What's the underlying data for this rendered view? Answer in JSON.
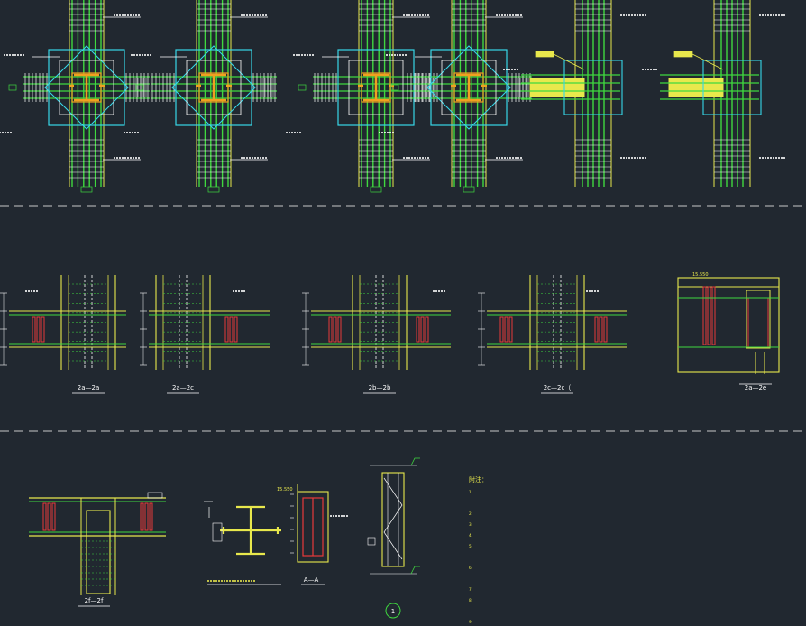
{
  "colors": {
    "background": "#212830",
    "steel": "#e8e84c",
    "rebar": "#3fd83f",
    "stirrup": "#37d7e8",
    "white": "#ffffff",
    "red": "#e83a3a",
    "divider": "#c8c8c8",
    "orange": "#f0a020"
  },
  "row1": {
    "details": [
      {
        "title": "",
        "subtitle": "",
        "style": "cross"
      },
      {
        "title": "",
        "subtitle": "",
        "style": "cross"
      },
      {
        "title": "",
        "subtitle": "",
        "style": "cross"
      },
      {
        "title": "",
        "subtitle": "",
        "style": "cross"
      },
      {
        "title": "",
        "subtitle": "",
        "style": "beam"
      },
      {
        "title": "",
        "subtitle": "",
        "style": "beam"
      }
    ]
  },
  "row2": {
    "sections": [
      {
        "label": "2a—2a",
        "elev": ""
      },
      {
        "label": "2a—2c",
        "elev": ""
      },
      {
        "label": "2b—2b",
        "elev": ""
      },
      {
        "label": "2c—2c（",
        "elev": ""
      },
      {
        "label": "2a—2e",
        "elev": "15.550"
      }
    ]
  },
  "row3": {
    "section_2f": {
      "label": "2f—2f",
      "elev": ""
    },
    "section_aa": {
      "label": "A—A",
      "elev": "15.550"
    },
    "circle_marker": "1",
    "notes": {
      "heading": "附注：",
      "lines": [
        "1.",
        "",
        "2.",
        "3.",
        "4.",
        "5.",
        "",
        "6.",
        "",
        "7.",
        "8.",
        "",
        "9."
      ]
    }
  }
}
